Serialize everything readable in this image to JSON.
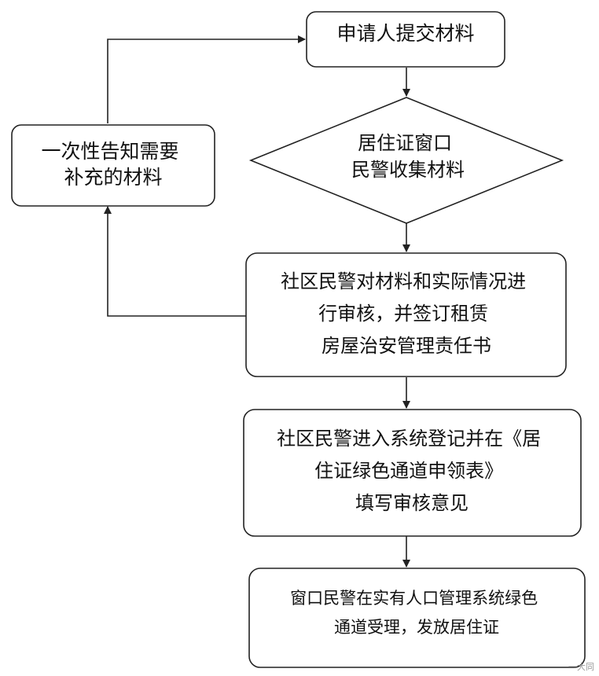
{
  "diagram": {
    "nodes": {
      "submit": {
        "lines": [
          "申请人提交材料"
        ]
      },
      "collect": {
        "lines": [
          "居住证窗口",
          "民警收集材料"
        ]
      },
      "supplement": {
        "lines": [
          "一次性告知需要",
          "补充的材料"
        ]
      },
      "review": {
        "lines": [
          "社区民警对材料和实际情况进",
          "行审核，并签订租赁",
          "房屋治安管理责任书"
        ]
      },
      "register": {
        "lines": [
          "社区民警进入系统登记并在《居",
          "住证绿色通道申领表》",
          "填写审核意见"
        ]
      },
      "issue": {
        "lines": [
          "窗口民警在实有人口管理系统绿色",
          "通道受理，发放居住证"
        ]
      }
    }
  },
  "watermark": "一大同"
}
